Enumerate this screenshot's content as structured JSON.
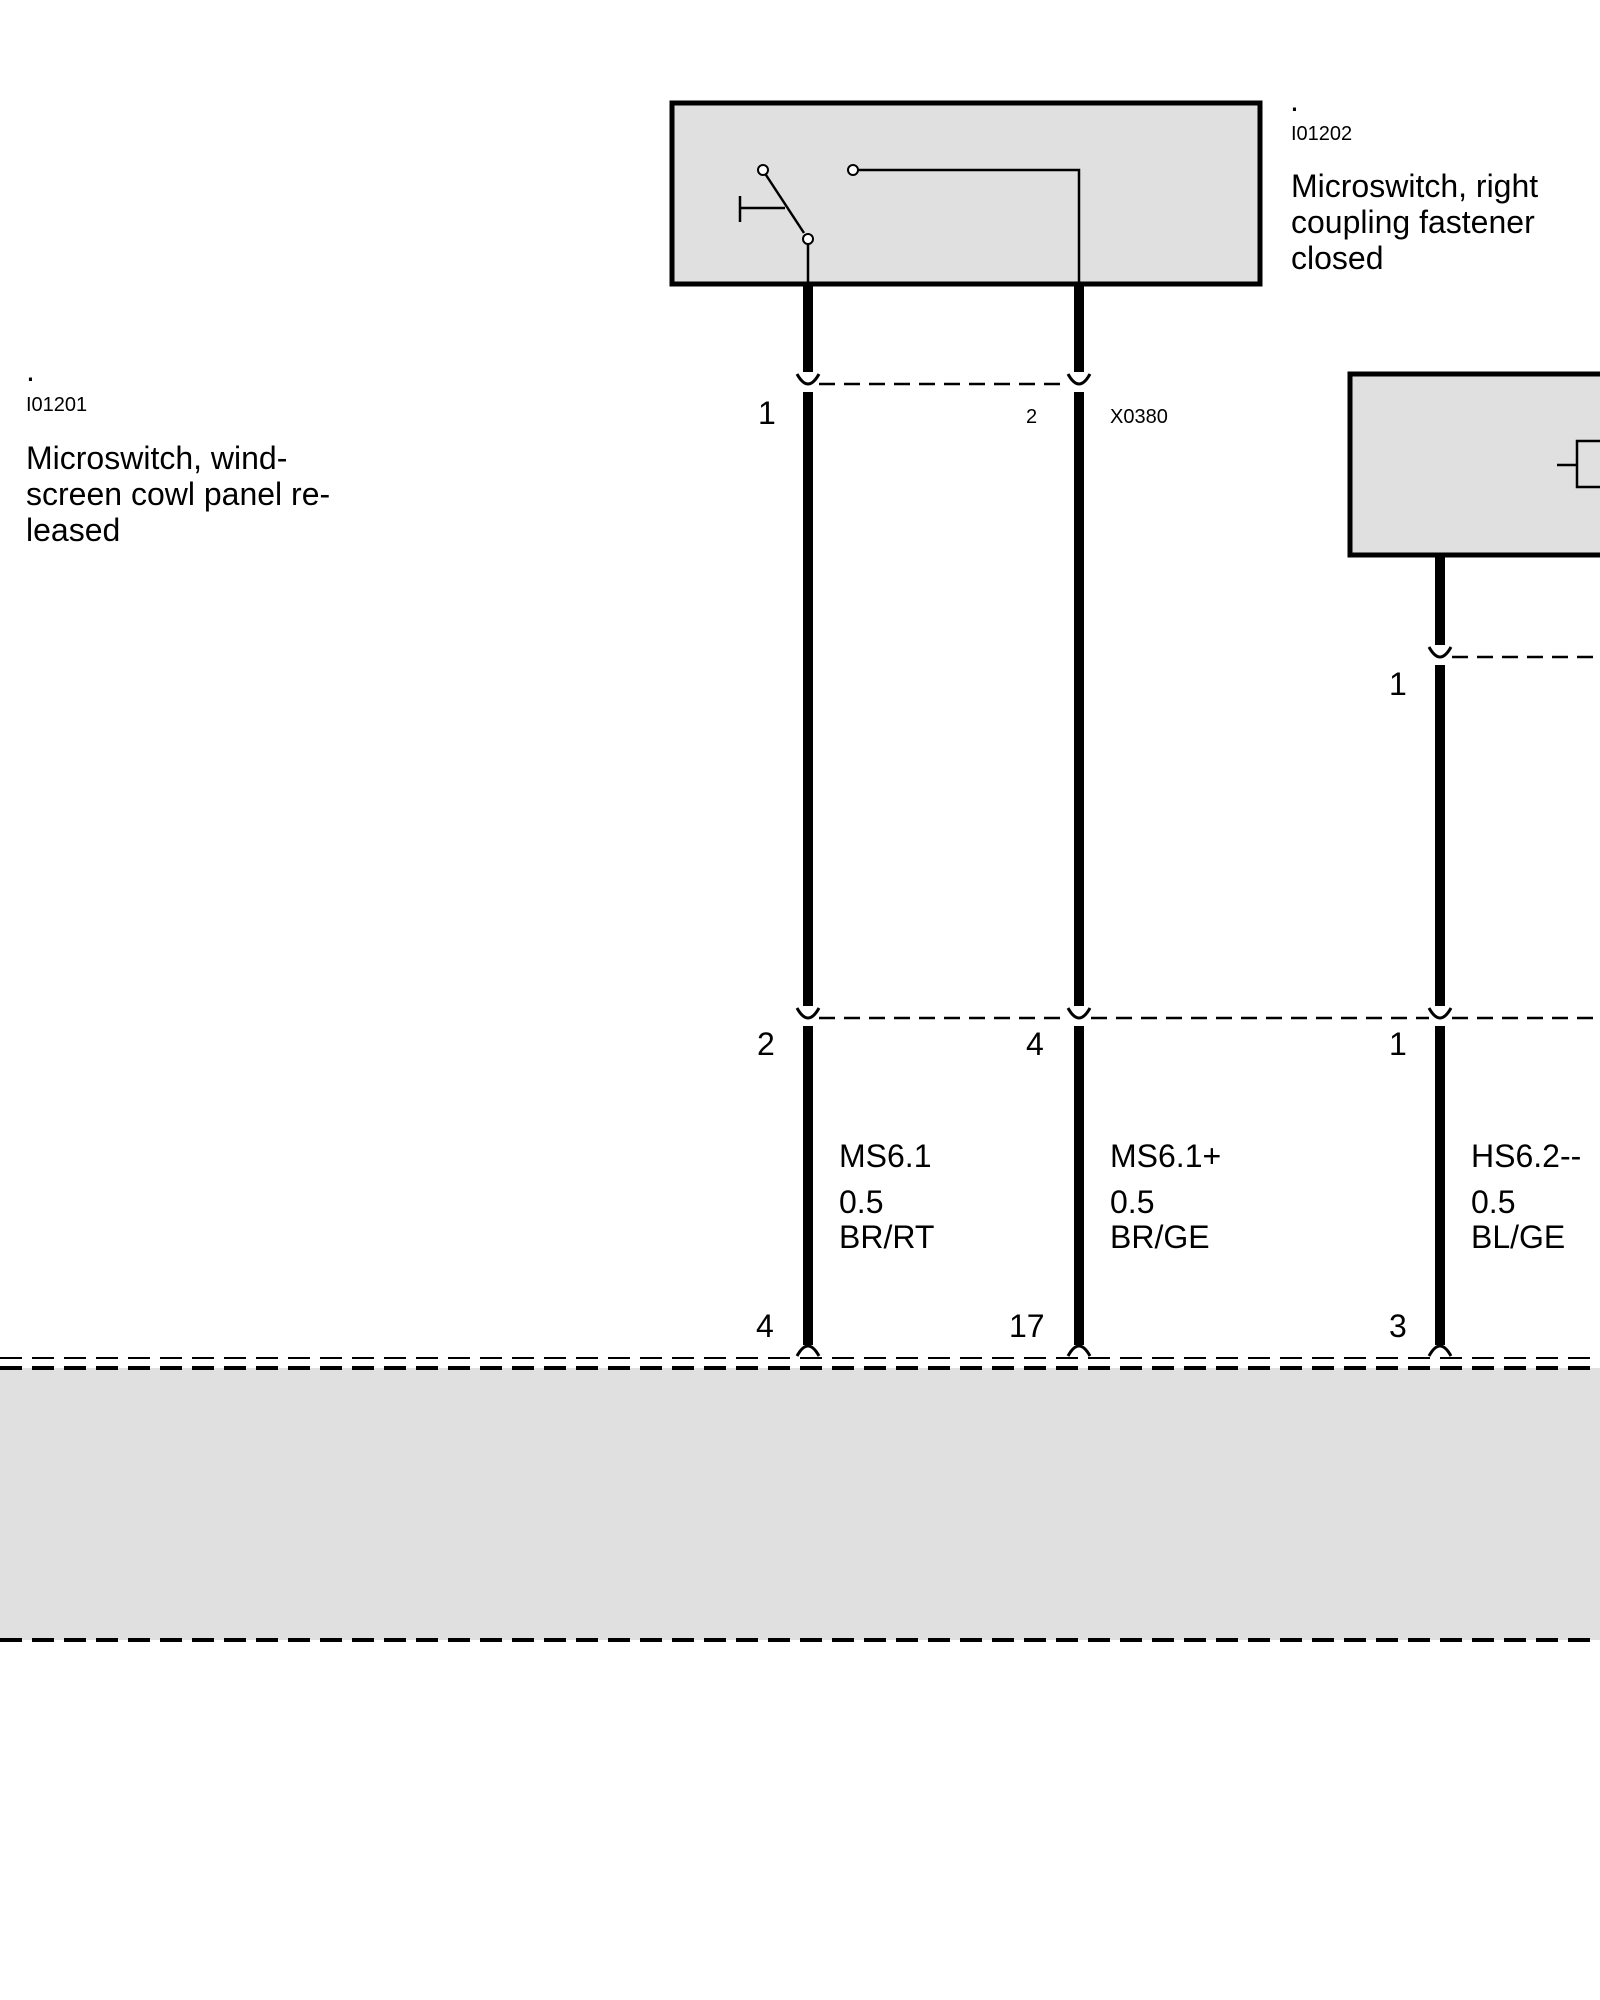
{
  "components": [
    {
      "id": "I01202",
      "dot": ".",
      "code": "I01202",
      "desc_lines": [
        "Microswitch, right",
        "coupling fastener",
        "closed"
      ]
    },
    {
      "id": "I01201",
      "dot": ".",
      "code": "I01201",
      "desc_lines": [
        "Microswitch, wind-",
        "screen cowl panel re-",
        "leased"
      ]
    }
  ],
  "connector_x0380": {
    "code": "X0380",
    "pin_left": "1",
    "pin_right": "2",
    "pin_third": "1"
  },
  "mid_connector": {
    "pins": [
      "2",
      "4",
      "1"
    ]
  },
  "wires": [
    {
      "name": "MS6.1",
      "gauge": "0.5",
      "color": "BR/RT"
    },
    {
      "name": "MS6.1+",
      "gauge": "0.5",
      "color": "BR/GE"
    },
    {
      "name": "HS6.2--",
      "gauge": "0.5",
      "color": "BL/GE"
    }
  ],
  "bottom_pins": [
    "4",
    "17",
    "3"
  ],
  "colors": {
    "component_fill": "#e0e0e0",
    "line": "#000000"
  }
}
